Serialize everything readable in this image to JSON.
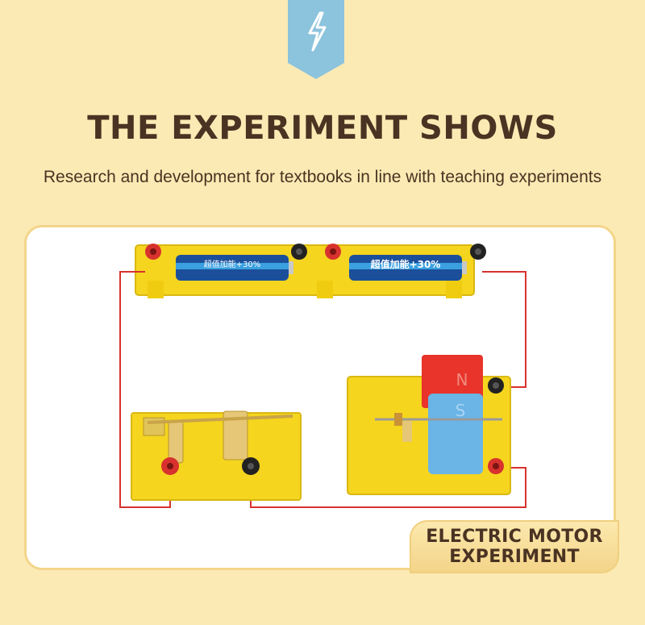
{
  "header": {
    "icon": "lightning-bolt-icon",
    "title": "THE EXPERIMENT SHOWS",
    "subtitle": "Research and development for textbooks in line with teaching experiments"
  },
  "photo": {
    "battery_label_1": "超值加能+30%",
    "battery_label_2": "超值加能+30%",
    "magnet_north": "N",
    "magnet_south": "S"
  },
  "caption": {
    "line1": "ELECTRIC MOTOR",
    "line2": "EXPERIMENT"
  },
  "colors": {
    "background": "#fbeab4",
    "tab": "#8cc3dd",
    "text": "#4a3322",
    "wire": "#d8322e",
    "yellow_plastic": "#f5d51e",
    "magnet_red": "#e8342a",
    "magnet_blue": "#6ab4e6"
  }
}
